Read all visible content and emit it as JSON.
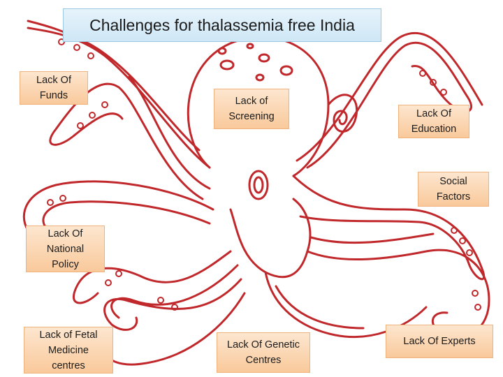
{
  "title": "Challenges for thalassemia free India",
  "challenges": {
    "funds": "Lack Of\nFunds",
    "screening": "Lack of\nScreening",
    "education": "Lack Of\nEducation",
    "social": "Social\nFactors",
    "policy": "Lack Of\nNational\nPolicy",
    "fetal": "Lack of Fetal\nMedicine\ncentres",
    "genetic": "Lack Of Genetic\nCentres",
    "experts": "Lack Of Experts"
  },
  "colors": {
    "outline": "#c0282b",
    "box_fill": "#fbd9b8",
    "title_fill": "#d9edf9"
  }
}
